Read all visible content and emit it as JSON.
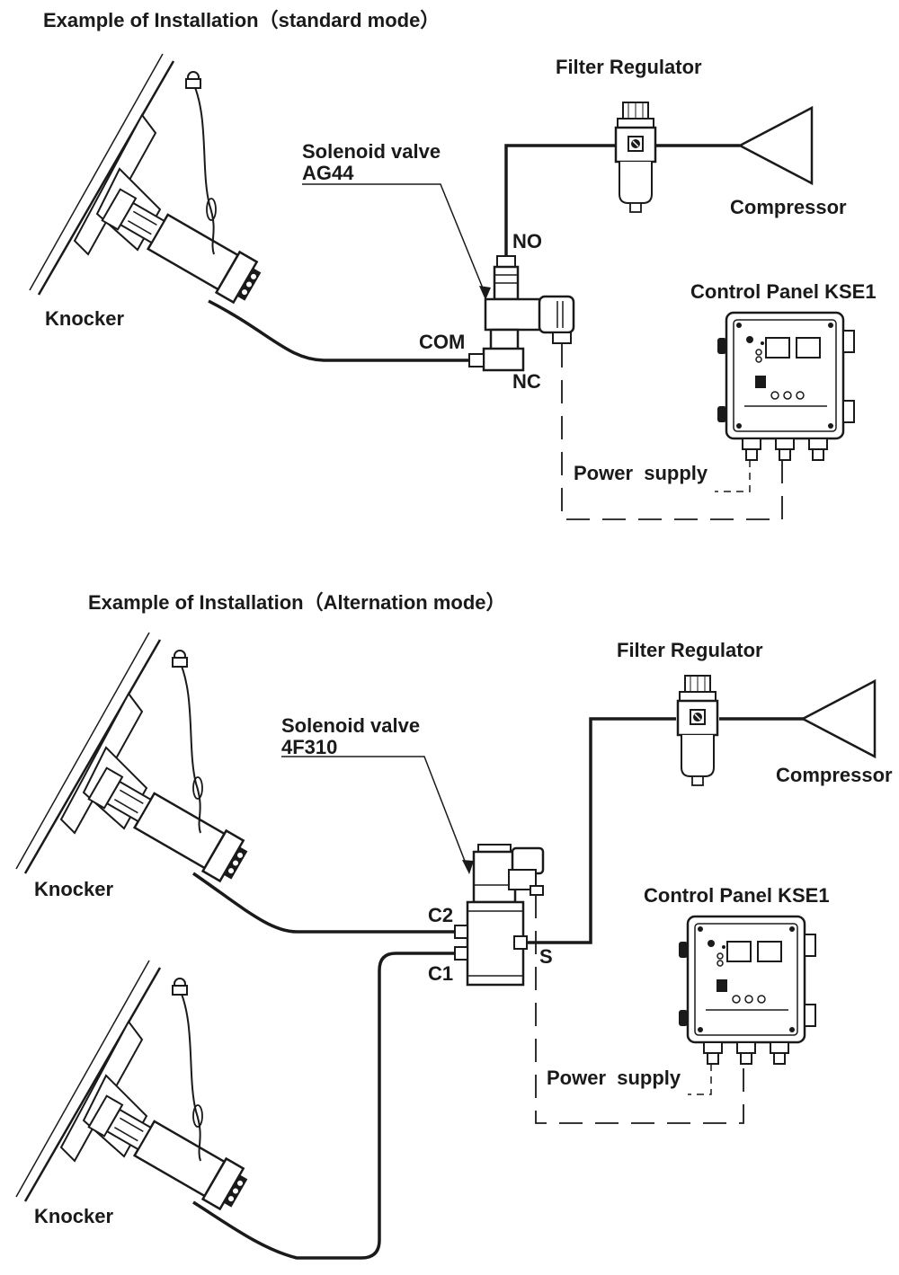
{
  "standard": {
    "title": "Example of Installation（standard mode）",
    "filter_regulator": "Filter Regulator",
    "compressor": "Compressor",
    "solenoid_line1": "Solenoid valve",
    "solenoid_line2": "AG44",
    "port_no": "NO",
    "port_com": "COM",
    "port_nc": "NC",
    "knocker": "Knocker",
    "control_panel": "Control Panel KSE1",
    "power_supply": "Power  supply"
  },
  "alternation": {
    "title": "Example of Installation（Alternation mode）",
    "filter_regulator": "Filter Regulator",
    "compressor": "Compressor",
    "solenoid_line1": "Solenoid valve",
    "solenoid_line2": "4F310",
    "port_c2": "C2",
    "port_c1": "C1",
    "port_s": "S",
    "knocker_top": "Knocker",
    "knocker_bottom": "Knocker",
    "control_panel": "Control Panel KSE1",
    "power_supply": "Power  supply"
  },
  "colors": {
    "ink": "#1a1a1a",
    "background": "#ffffff"
  }
}
